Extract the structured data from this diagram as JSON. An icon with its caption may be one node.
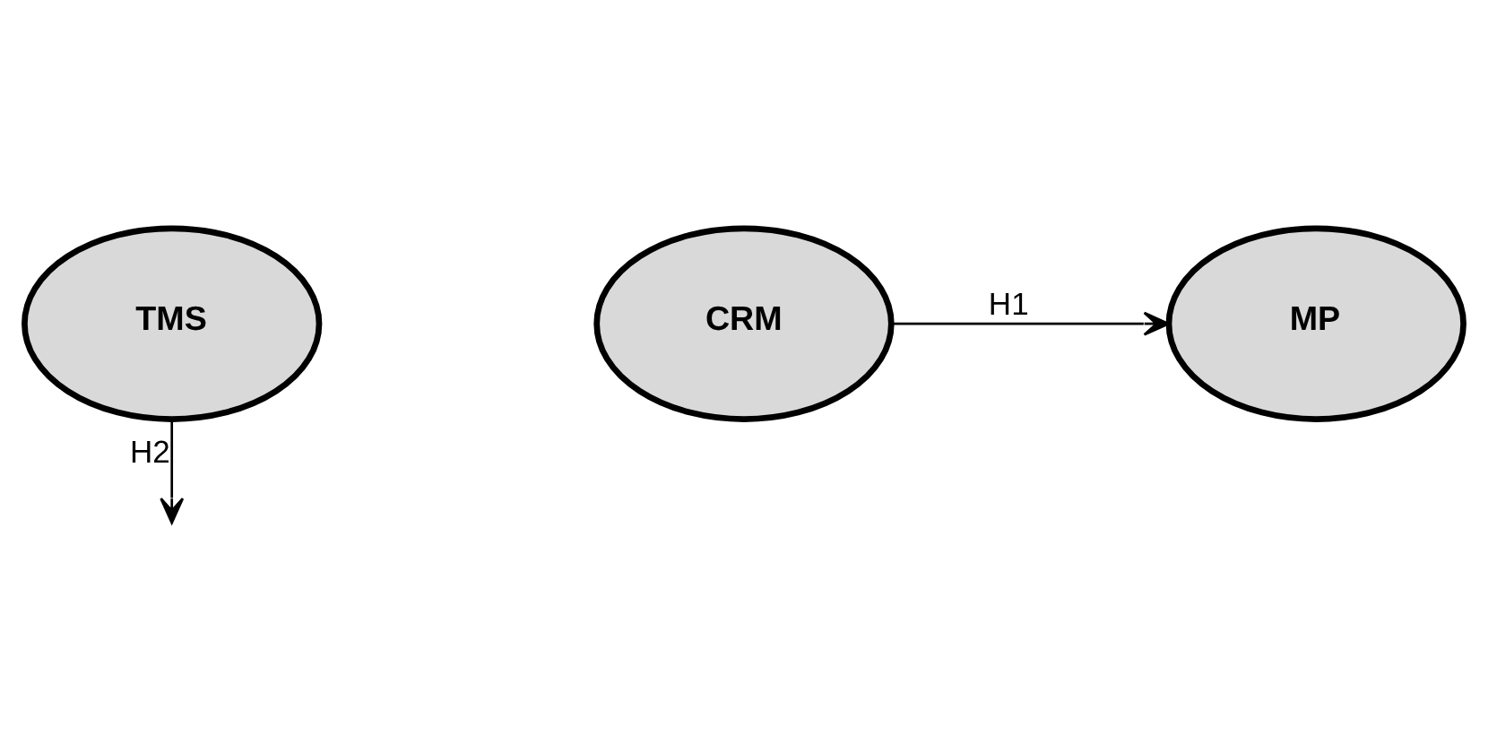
{
  "diagram": {
    "nodes": [
      {
        "text": [
          "TMS"
        ]
      },
      {
        "text": [
          "CRM"
        ]
      },
      {
        "text": [
          "MP"
        ]
      }
    ],
    "edges": [
      {
        "from": 0,
        "to": null,
        "arrow": "to",
        "label": "H2"
      },
      {
        "from": 1,
        "to": 2,
        "arrow": "to",
        "label": "H1"
      }
    ]
  }
}
